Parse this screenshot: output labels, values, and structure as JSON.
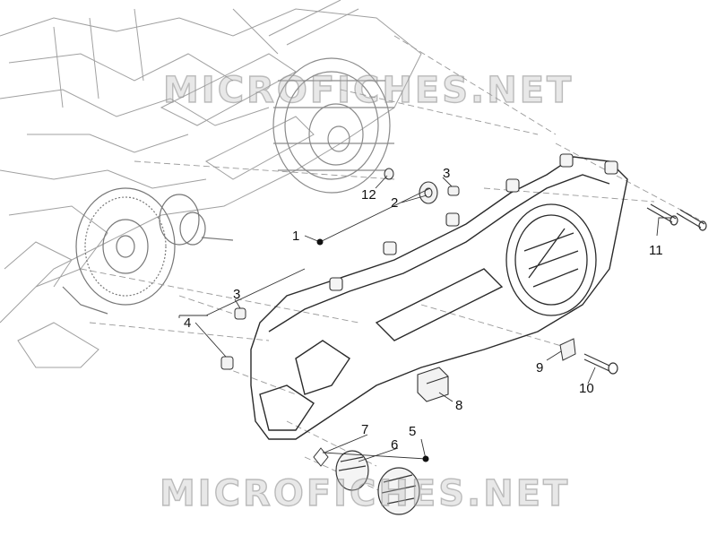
{
  "watermark_text": "MICROFICHES.NET",
  "callouts": {
    "c1": "1",
    "c2": "2",
    "c3a": "3",
    "c3b": "3",
    "c4": "4",
    "c5": "5",
    "c6": "6",
    "c7": "7",
    "c8": "8",
    "c9": "9",
    "c10": "10",
    "c11": "11",
    "c12": "12"
  },
  "colors": {
    "line": "#333333",
    "light_line": "#9a9a9a",
    "text": "#111111"
  }
}
